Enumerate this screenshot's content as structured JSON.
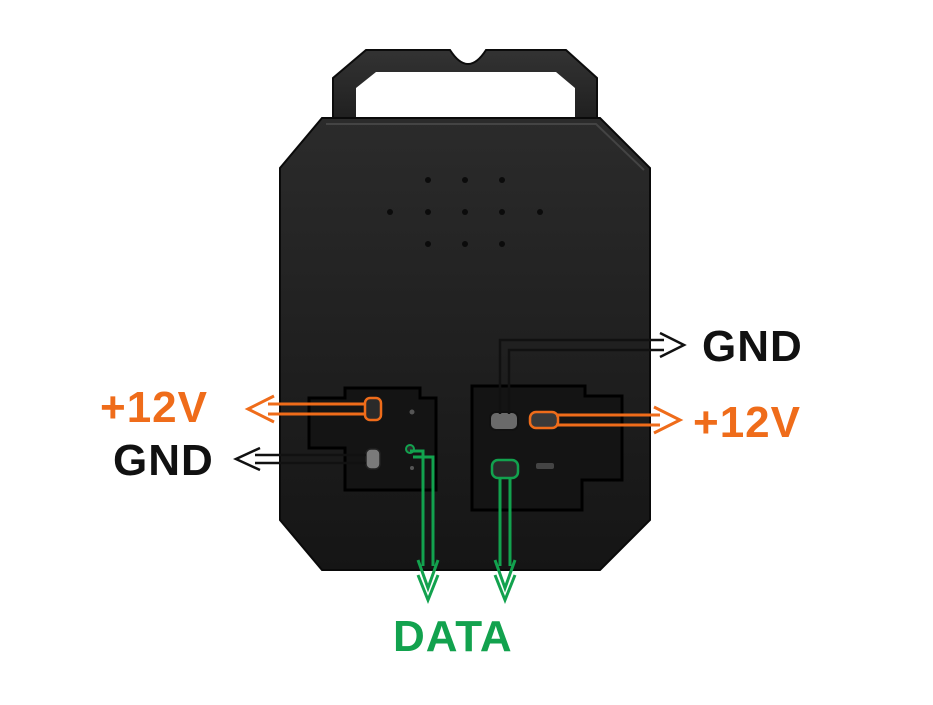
{
  "labels": {
    "left_power": "+12V",
    "left_ground": "GND",
    "right_ground": "GND",
    "right_power": "+12V",
    "data": "DATA"
  },
  "colors": {
    "power": "#ef6c1a",
    "ground": "#111111",
    "data": "#12a24e",
    "device_body": "#1f1f1f"
  }
}
